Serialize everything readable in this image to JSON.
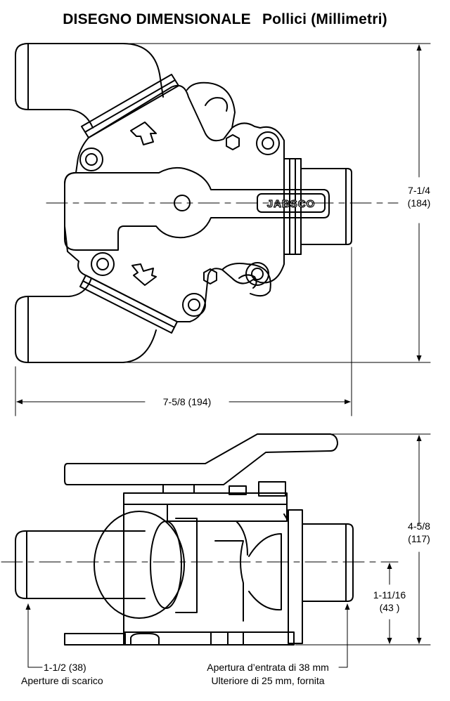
{
  "title": {
    "main": "DISEGNO DIMENSIONALE",
    "sub": "Pollici (Millimetri)"
  },
  "brand": {
    "logo_text": "JABSCO"
  },
  "top_view": {
    "height": {
      "inches": "7-1/4",
      "mm": "(184)"
    },
    "width": {
      "label": "7-5/8 (194)"
    }
  },
  "side_view": {
    "height": {
      "inches": "4-5/8",
      "mm": "(117)"
    },
    "centerline": {
      "inches": "1-11/16",
      "mm": "(43 )"
    },
    "discharge": {
      "size": "1-1/2 (38)",
      "caption": "Aperture di scarico"
    },
    "inlet": {
      "line1": "Apertura d’entrata di 38 mm",
      "line2": "Ulteriore di 25 mm, fornita"
    }
  }
}
